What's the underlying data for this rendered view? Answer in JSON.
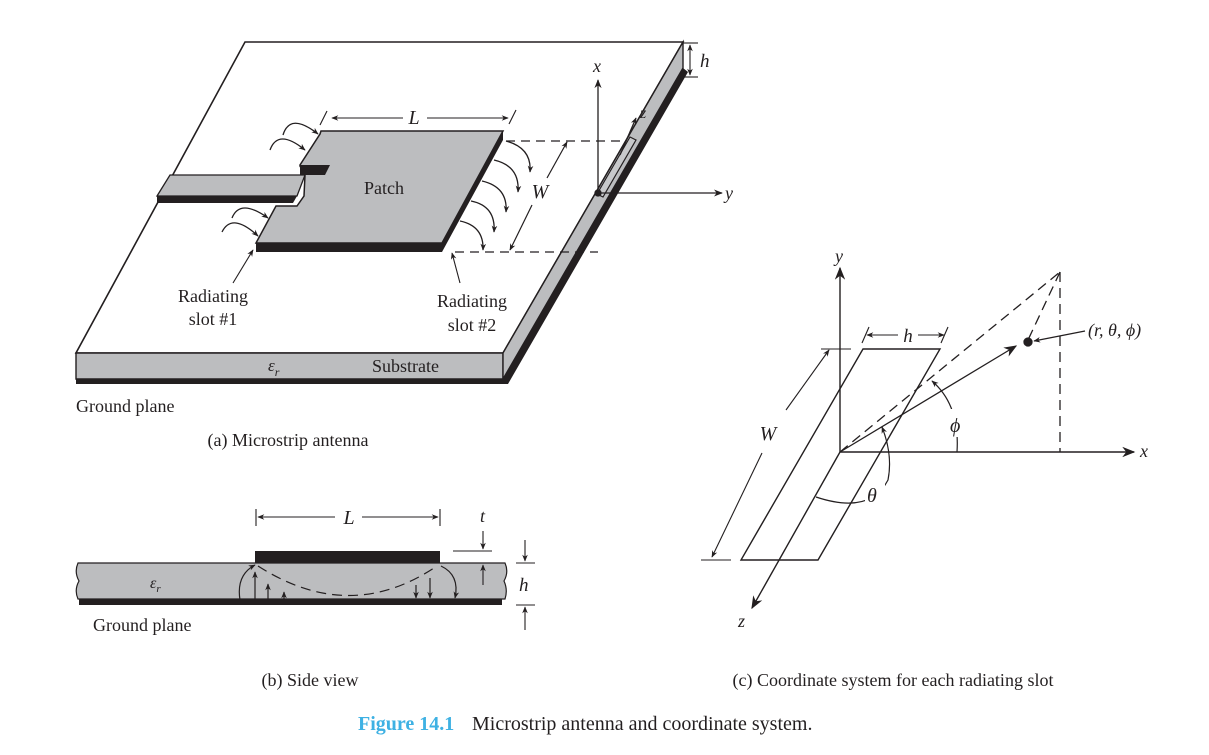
{
  "colors": {
    "patch_fill": "#bcbdbf",
    "metal_edge": "#231f20",
    "line": "#231f20",
    "caption_accent": "#3eb1e3"
  },
  "panel_a": {
    "caption": "(a) Microstrip antenna",
    "patch_label": "Patch",
    "length_label": "L",
    "width_label": "W",
    "height_label": "h",
    "slot1_label_line1": "Radiating",
    "slot1_label_line2": "slot #1",
    "slot2_label_line1": "Radiating",
    "slot2_label_line2": "slot #2",
    "permittivity_label": "εr",
    "permittivity_symbol": "ε",
    "permittivity_sub": "r",
    "substrate_label": "Substrate",
    "ground_label": "Ground plane",
    "axis_x": "x",
    "axis_y": "y",
    "axis_z": "z"
  },
  "panel_b": {
    "caption": "(b) Side view",
    "length_label": "L",
    "thickness_label": "t",
    "height_label": "h",
    "permittivity_symbol": "ε",
    "permittivity_sub": "r",
    "ground_label": "Ground plane"
  },
  "panel_c": {
    "caption": "(c) Coordinate system for each radiating slot",
    "axis_x": "x",
    "axis_y": "y",
    "axis_z": "z",
    "height_label": "h",
    "width_label": "W",
    "theta_label": "θ",
    "phi_label": "ϕ",
    "point_label": "(r, θ, ϕ)"
  },
  "figure": {
    "number": "Figure 14.1",
    "title": "Microstrip antenna and coordinate system."
  }
}
